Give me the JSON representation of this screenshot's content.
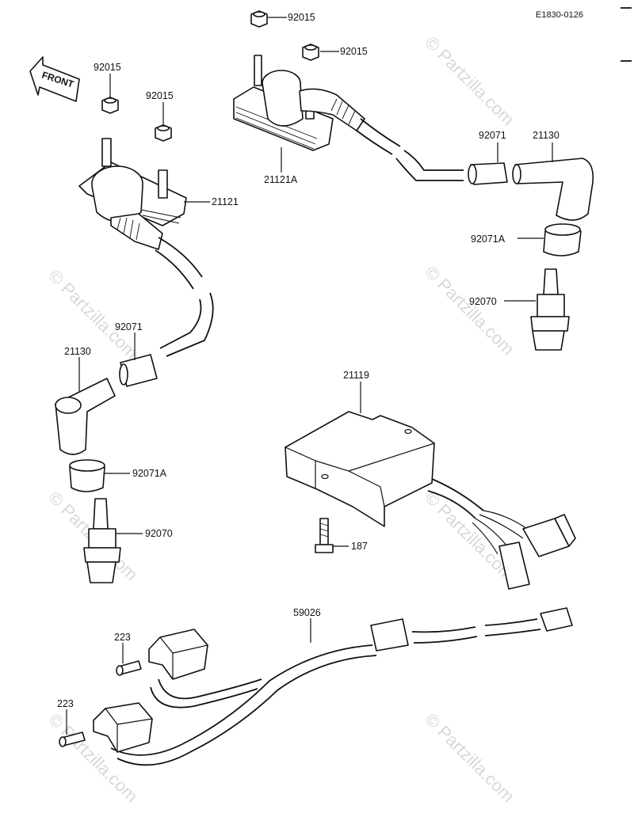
{
  "diagram_code": "E1830-0126",
  "front_label": "FRONT",
  "watermark": "© Partzilla.com",
  "callouts": [
    {
      "id": "c1",
      "label": "92015"
    },
    {
      "id": "c2",
      "label": "92015"
    },
    {
      "id": "c3",
      "label": "92015"
    },
    {
      "id": "c4",
      "label": "92015"
    },
    {
      "id": "c5",
      "label": "21121"
    },
    {
      "id": "c6",
      "label": "21121A"
    },
    {
      "id": "c7",
      "label": "92071"
    },
    {
      "id": "c8",
      "label": "21130"
    },
    {
      "id": "c9",
      "label": "92071A"
    },
    {
      "id": "c10",
      "label": "92070"
    },
    {
      "id": "c11",
      "label": "92071"
    },
    {
      "id": "c12",
      "label": "21130"
    },
    {
      "id": "c13",
      "label": "92071A"
    },
    {
      "id": "c14",
      "label": "92070"
    },
    {
      "id": "c15",
      "label": "21119"
    },
    {
      "id": "c16",
      "label": "187"
    },
    {
      "id": "c17",
      "label": "59026"
    },
    {
      "id": "c18",
      "label": "223"
    },
    {
      "id": "c19",
      "label": "223"
    }
  ]
}
